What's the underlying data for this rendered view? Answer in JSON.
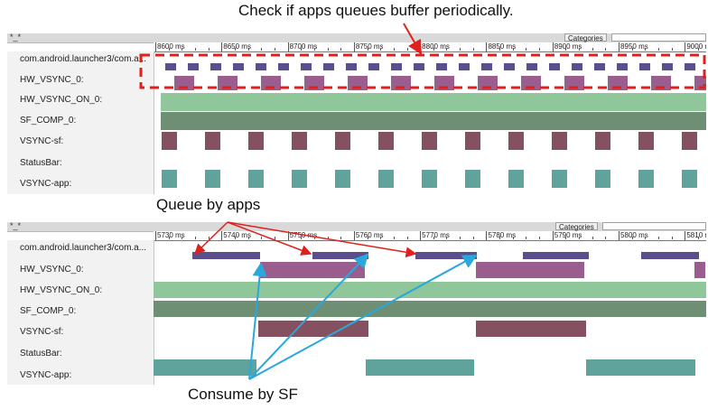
{
  "annotations": {
    "top": "Check if apps queues buffer periodically.",
    "middle": "Queue by apps",
    "bottom": "Consume by SF"
  },
  "panels": [
    {
      "header_label": "*_*",
      "categories_label": "Categories",
      "ruler_labels": [
        "8600 ms",
        "8650 ms",
        "8700 ms",
        "8750 ms",
        "8800 ms",
        "8850 ms",
        "8900 ms",
        "8950 ms",
        "9000 r"
      ],
      "rows": [
        {
          "name": "com.android.launcher3/com.a..."
        },
        {
          "name": "HW_VSYNC_0:"
        },
        {
          "name": "HW_VSYNC_ON_0:"
        },
        {
          "name": "SF_COMP_0:"
        },
        {
          "name": "VSYNC-sf:"
        },
        {
          "name": "StatusBar:"
        },
        {
          "name": "VSYNC-app:"
        }
      ]
    },
    {
      "header_label": "*_*",
      "categories_label": "Categories",
      "ruler_labels": [
        "5730 ms",
        "5740 ms",
        "5750 ms",
        "5760 ms",
        "5770 ms",
        "5780 ms",
        "5790 ms",
        "5800 ms",
        "5810 m"
      ],
      "rows": [
        {
          "name": "com.android.launcher3/com.a..."
        },
        {
          "name": "HW_VSYNC_0:"
        },
        {
          "name": "HW_VSYNC_ON_0:"
        },
        {
          "name": "SF_COMP_0:"
        },
        {
          "name": "VSYNC-sf:"
        },
        {
          "name": "StatusBar:"
        },
        {
          "name": "VSYNC-app:"
        }
      ]
    }
  ],
  "colors": {
    "app_queue": "#5a4f8c",
    "hw_vsync": "#9a5e8e",
    "hw_vsync_on": "#8fc79a",
    "sf_comp": "#6e8f73",
    "vsync_sf": "#85505f",
    "vsync_app": "#5fa39c",
    "red_arrow": "#e0201c",
    "blue_arrow": "#2aa7dc"
  }
}
